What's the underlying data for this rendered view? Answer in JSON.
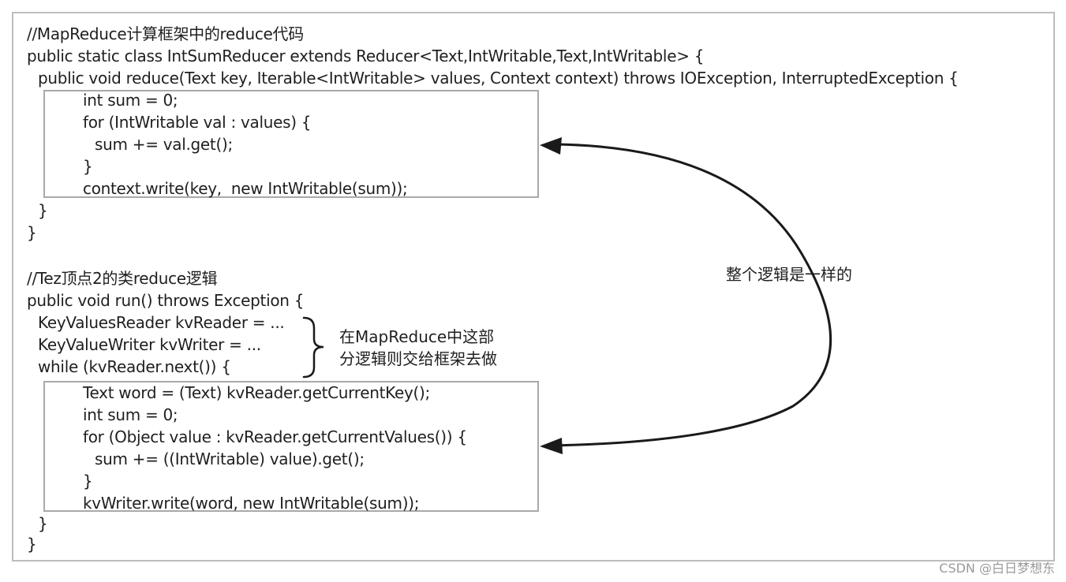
{
  "code_block_1": {
    "comment": "//MapReduce计算框架中的reduce代码",
    "lines": [
      "public static class IntSumReducer extends Reducer<Text,IntWritable,Text,IntWritable> {",
      "public void reduce(Text key, Iterable<IntWritable> values, Context context) throws IOException, InterruptedException {",
      "int sum = 0;",
      "for (IntWritable val : values) {",
      "sum += val.get();",
      "}",
      "context.write(key,  new IntWritable(sum));",
      "}",
      "}"
    ]
  },
  "code_block_2": {
    "comment": "//Tez顶点2的类reduce逻辑",
    "lines": [
      "public void run() throws Exception {",
      "KeyValuesReader kvReader = ...",
      "KeyValueWriter kvWriter = ...",
      "while (kvReader.next()) {",
      "Text word = (Text) kvReader.getCurrentKey();",
      "int sum = 0;",
      "for (Object value : kvReader.getCurrentValues()) {",
      "sum += ((IntWritable) value).get();",
      "}",
      "kvWriter.write(word, new IntWritable(sum));",
      "}",
      "}"
    ]
  },
  "annotations": {
    "brace_note_line1": "在MapReduce中这部",
    "brace_note_line2": "分逻辑则交给框架去做",
    "same_logic": "整个逻辑是一样的"
  },
  "watermark": "CSDN @白日梦想东",
  "colors": {
    "frame": "#bdbdbd",
    "box": "#a9a9a9",
    "text": "#1f1f1f",
    "arrow": "#1a1a1a"
  }
}
